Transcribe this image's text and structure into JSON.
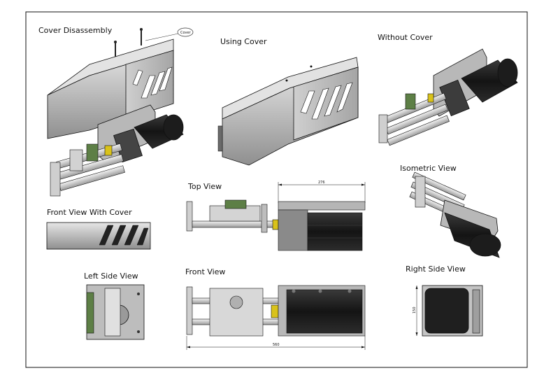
{
  "labels": {
    "cover_disassembly": "Cover Disassembly",
    "cover_callout": "Cover",
    "using_cover": "Using Cover",
    "without_cover": "Without Cover",
    "isometric_view": "Isometric View",
    "top_view": "Top View",
    "front_view_with_cover": "Front View With Cover",
    "left_side_view": "Left Side View",
    "front_view": "Front View",
    "right_side_view": "Right Side View"
  },
  "dimensions": {
    "top_width": "276",
    "overall_length": "560",
    "right_height": "150"
  },
  "colors": {
    "line": "#111111",
    "metal_light": "#d9d9d9",
    "metal_mid": "#9a9a9a",
    "metal_dark": "#5a5a5a",
    "motor_black": "#1a1a1a",
    "accent_green": "#4f7a3a",
    "accent_yellow": "#d9c21a"
  }
}
